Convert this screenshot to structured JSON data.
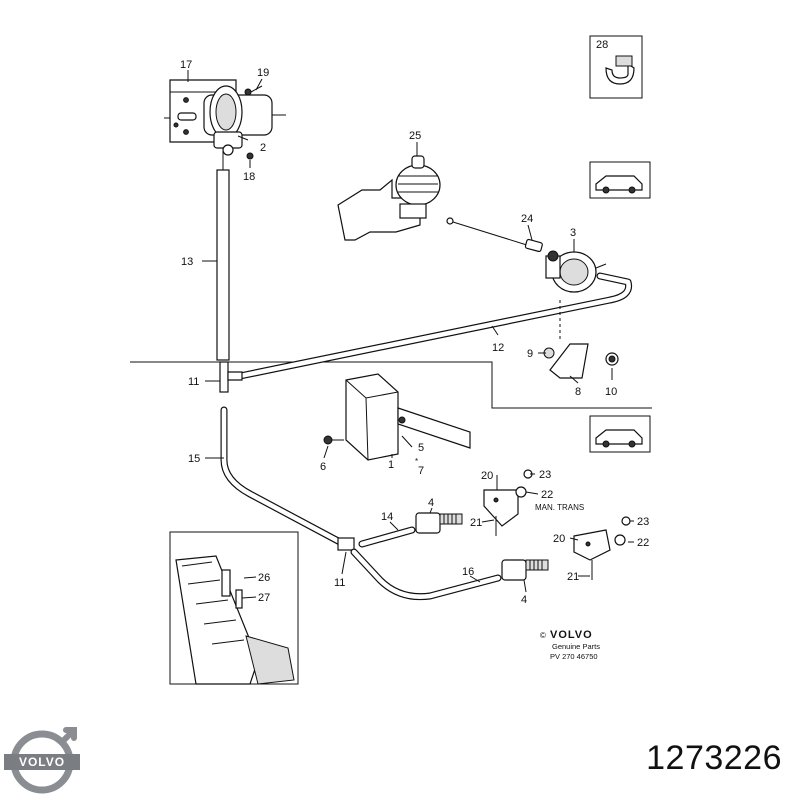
{
  "callouts": [
    "17",
    "19",
    "2",
    "18",
    "13",
    "25",
    "24",
    "3",
    "12",
    "9",
    "10",
    "8",
    "11",
    "1",
    "5",
    "6",
    "7",
    "15",
    "20",
    "23",
    "22",
    "4",
    "14",
    "21",
    "16",
    "11",
    "26",
    "27",
    "20",
    "23",
    "22",
    "21",
    "4",
    "28"
  ],
  "callout_prefix_7": "*",
  "mt_note": "MAN. TRANS",
  "stamp": {
    "brand": "VOLVO",
    "subtitle": "Genuine Parts",
    "doc": "PV 270 46750",
    "copyright": "©"
  },
  "logo": {
    "text": "VOLVO"
  },
  "part_number": "1273226"
}
